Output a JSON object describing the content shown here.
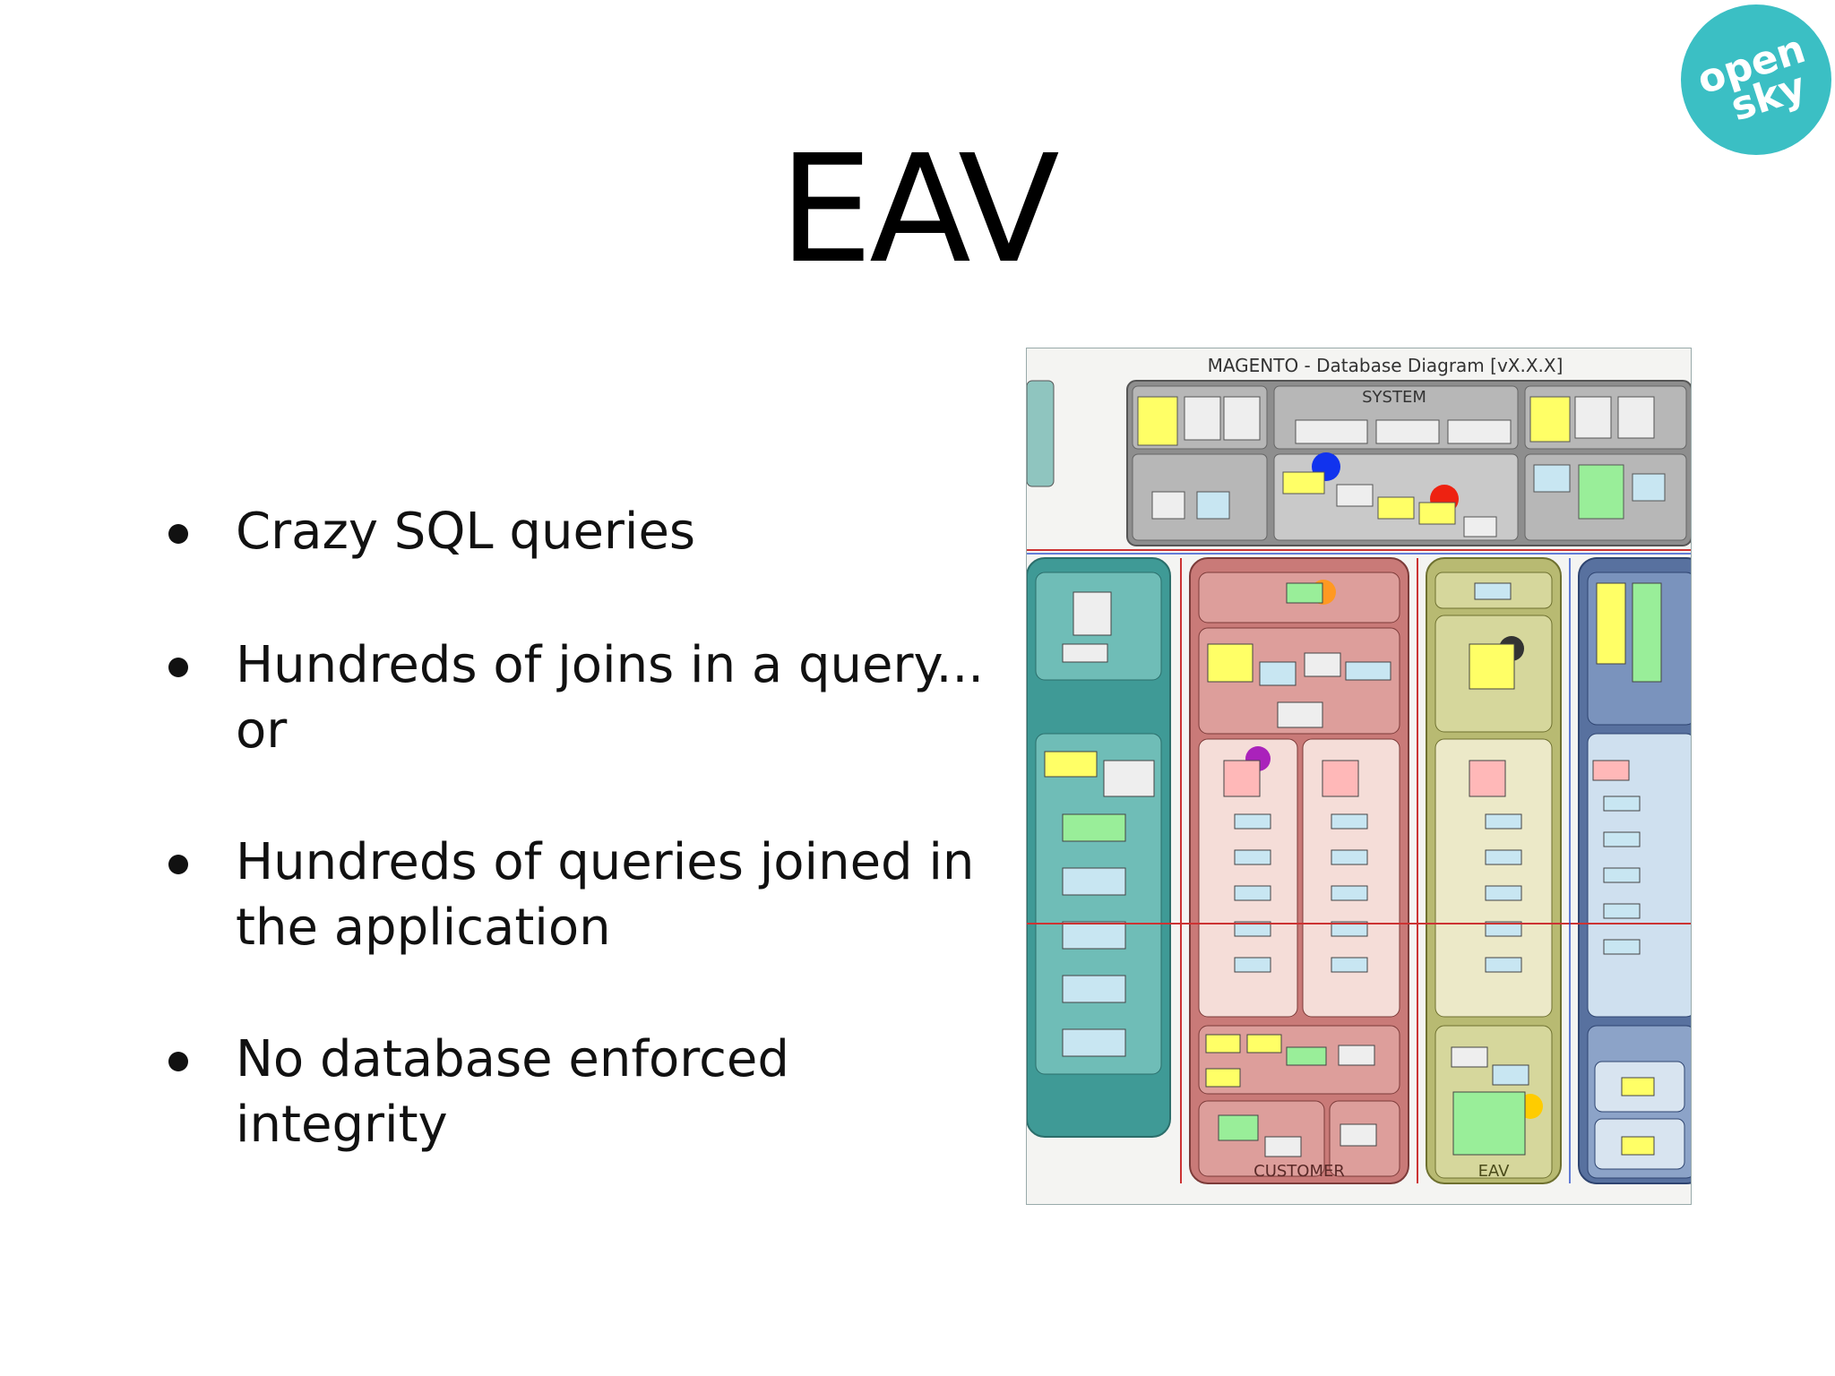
{
  "logo": {
    "line1": "open",
    "line2": "sky",
    "color": "#3bbfc4"
  },
  "title": "EAV",
  "bullets": [
    {
      "text": "Crazy SQL queries"
    },
    {
      "line1": "Hundreds of joins in a query...",
      "line2": "or"
    },
    {
      "line1": "Hundreds of queries joined in",
      "line2": "the application"
    },
    {
      "text": "No database enforced integrity"
    }
  ],
  "diagram": {
    "title": "MAGENTO - Database Diagram [vX.X.X]",
    "system_label": "SYSTEM",
    "customer_label": "CUSTOMER",
    "eav_label": "EAV",
    "colors": {
      "system": "#8e8e8e",
      "catalog": "#3f9a96",
      "customer": "#c97a78",
      "eav": "#b8ba72",
      "sales": "#58719f",
      "table_yellow": "#ffff66",
      "table_green": "#99ee99",
      "table_blue": "#c8e6f2",
      "table_red": "#ffb8b8"
    }
  }
}
